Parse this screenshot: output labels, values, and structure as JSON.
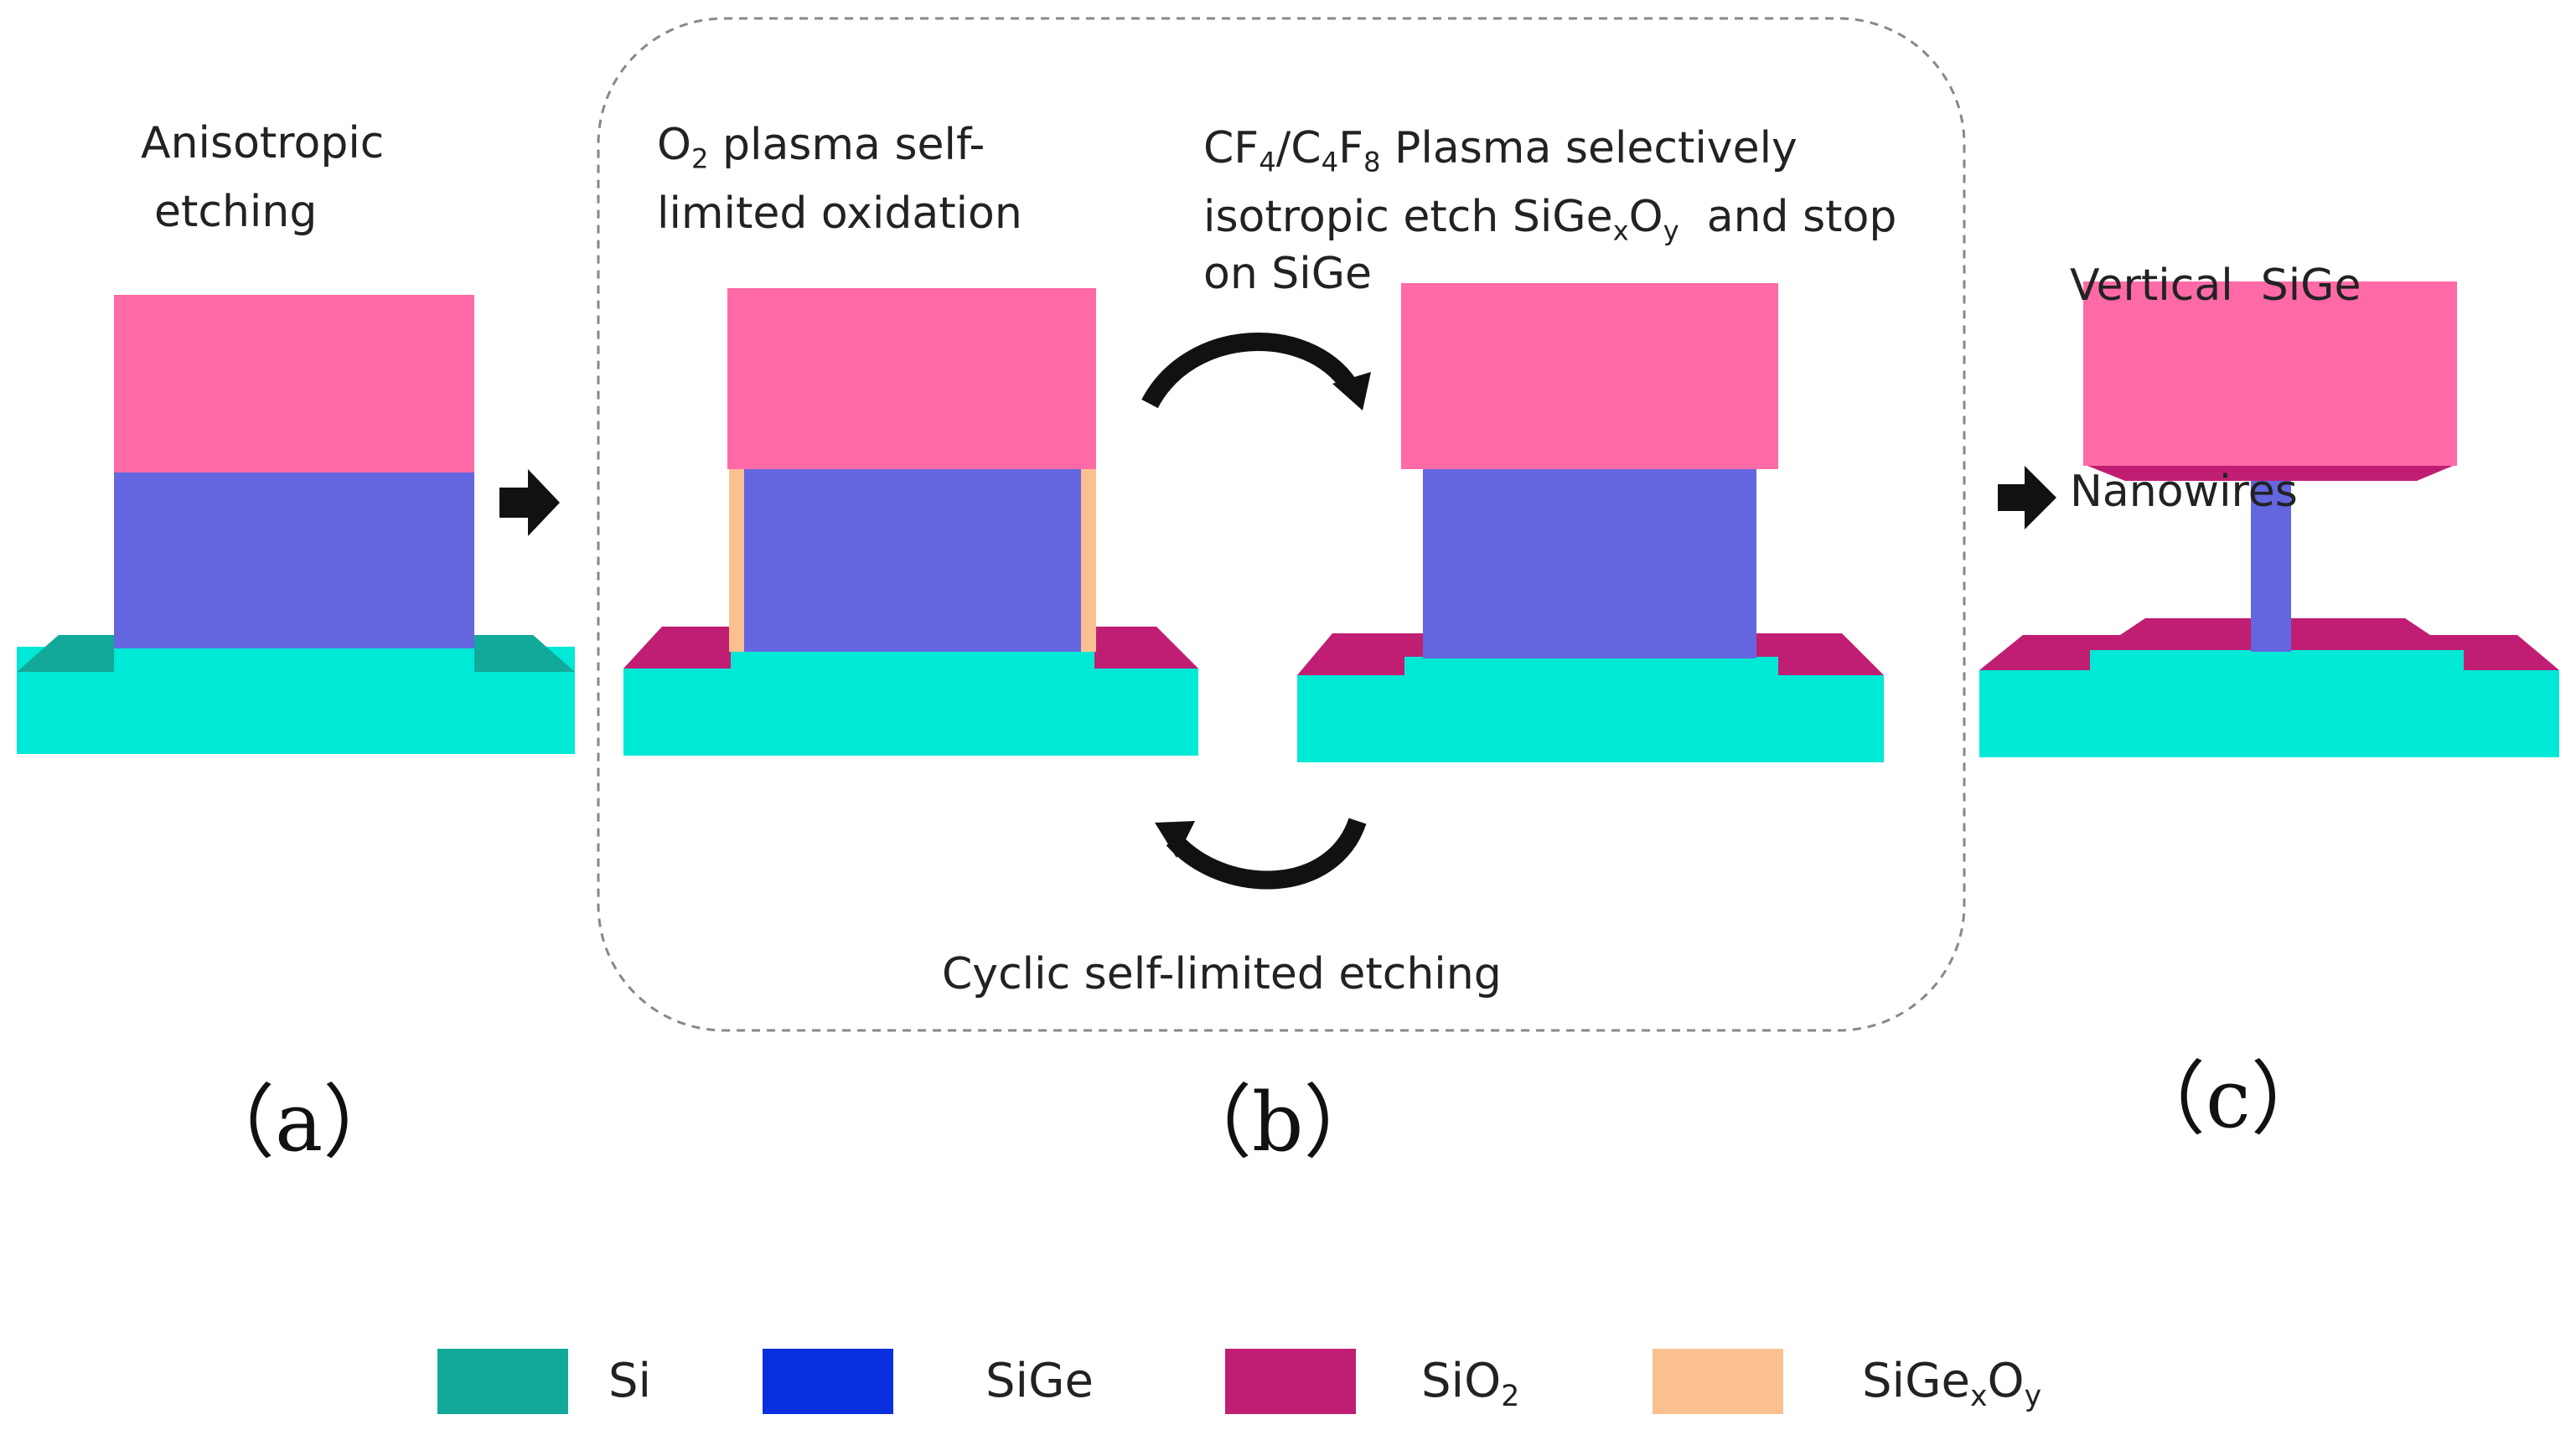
{
  "panels": {
    "a": {
      "label": "（a）",
      "caption": [
        "Anisotropic",
        "etching"
      ]
    },
    "b": {
      "label": "（b）",
      "caption_oxidation": {
        "prefix": "O",
        "sub": "2",
        "rest": " plasma self-",
        "line2": "limited oxidation"
      },
      "caption_etch": {
        "line1": {
          "p1": "CF",
          "s1": "4",
          "p2": "/C",
          "s2": "4",
          "p3": "F",
          "s3": "8",
          "p4": " Plasma selectively"
        },
        "line2": {
          "p1": "isotropic etch SiGe",
          "s1": "x",
          "p2": "O",
          "s2": "y",
          "p3": "  and stop"
        },
        "line3": "on SiGe"
      },
      "cycle_caption": "Cyclic self-limited etching"
    },
    "c": {
      "label": "（c）",
      "caption": [
        "Vertical  SiGe",
        "Nanowires"
      ]
    }
  },
  "legend": [
    {
      "name": "Si",
      "color": "#12a89a"
    },
    {
      "name": "SiGe",
      "color": "#0a2fe0"
    },
    {
      "name": "SiO",
      "sub": "2",
      "color": "#c01e72"
    },
    {
      "name": "SiGe",
      "sub": "x",
      "name2": "O",
      "sub2": "y",
      "color": "#fbc08f"
    }
  ],
  "colors": {
    "substrate": "#00e8d6",
    "substrate_top": "#12a89a",
    "sige_pillar": "#6466e0",
    "cap": "#ff6aa6",
    "oxide": "#c01e72",
    "oxide_light": "#e85a9a",
    "sigexoy": "#fbc08f",
    "arrow": "#111111",
    "frame": "#888888"
  }
}
